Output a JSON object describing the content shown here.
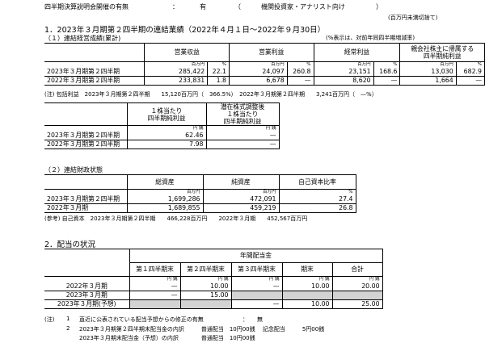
{
  "top": {
    "label": "四半期決算説明会開催の有無",
    "colon": "：",
    "value": "有",
    "paren_open": "（",
    "audience": "機関投資家・アナリスト向け",
    "paren_close": "）",
    "rounding": "(百万円未満切捨て)"
  },
  "section1": {
    "title": "1．2023年３月期第２四半期の連結業績（2022年４月１日～2022年９月30日）",
    "sub1_title": "（１）連結経営成績(累計)",
    "sub1_note": "(%表示は、対前年同四半期増減率)",
    "headers": [
      "営業収益",
      "営業利益",
      "経常利益",
      "親会社株主に帰属する\n四半期純利益"
    ],
    "units": [
      "百万円",
      "%",
      "百万円",
      "%",
      "百万円",
      "%",
      "百万円",
      "%"
    ],
    "rows": [
      {
        "label": "2023年３月期第２四半期",
        "cells": [
          "285,422",
          "22.1",
          "24,097",
          "260.8",
          "23,151",
          "168.6",
          "13,030",
          "682.9"
        ]
      },
      {
        "label": "2022年３月期第２四半期",
        "cells": [
          "233,831",
          "1.8",
          "6,678",
          "—",
          "8,620",
          "—",
          "1,664",
          "—"
        ]
      }
    ],
    "comprehensive": "(注) 包括利益　2023年３月期第２四半期　　15,120百万円（　366.5%）　2022年３月期第２四半期　　3,241百万円（　—%）",
    "eps_headers": [
      "１株当たり\n四半期純利益",
      "潜在株式調整後\n１株当たり\n四半期純利益"
    ],
    "eps_units": [
      "円 銭",
      "円 銭"
    ],
    "eps_rows": [
      {
        "label": "2023年３月期第２四半期",
        "cells": [
          "62.46",
          "—"
        ]
      },
      {
        "label": "2022年３月期第２四半期",
        "cells": [
          "7.98",
          "—"
        ]
      }
    ],
    "sub2_title": "（２）連結財政状態",
    "fin_headers": [
      "総資産",
      "純資産",
      "自己資本比率"
    ],
    "fin_units": [
      "百万円",
      "百万円",
      "%"
    ],
    "fin_rows": [
      {
        "label": "2023年３月期第２四半期",
        "cells": [
          "1,699,286",
          "472,091",
          "27.4"
        ]
      },
      {
        "label": "2022年３月期",
        "cells": [
          "1,689,855",
          "459,219",
          "26.8"
        ]
      }
    ],
    "equity_note": "(参考) 自己資本　2023年３月期第２四半期　　466,228百万円　　2022年３月期　　452,567百万円"
  },
  "section2": {
    "title": "2．配当の状況",
    "group_header": "年間配当金",
    "headers": [
      "第１四半期末",
      "第２四半期末",
      "第３四半期末",
      "期末",
      "合計"
    ],
    "unit": "円 銭",
    "rows": [
      {
        "label": "2022年３月期",
        "cells": [
          "—",
          "10.00",
          "—",
          "10.00",
          "20.00"
        ]
      },
      {
        "label": "2023年３月期",
        "cells": [
          "—",
          "15.00",
          "",
          "",
          ""
        ]
      },
      {
        "label": "2023年３月期(予想)",
        "cells": [
          "",
          "",
          "—",
          "10.00",
          "25.00"
        ]
      }
    ],
    "note1_num": "(注)",
    "note1_idx": "1",
    "note1_text": "直近に公表されている配当予想からの修正の有無",
    "note1_colon": "：",
    "note1_value": "無",
    "note2_idx": "2",
    "note2_line1": "2023年３月期第２四半期末配当金の内訳　　　普通配当　10円00銭　 記念配当　　　5円00銭",
    "note2_line2": "2023年３月期末配当金（予想）の内訳　　　　普通配当　10円00銭"
  }
}
